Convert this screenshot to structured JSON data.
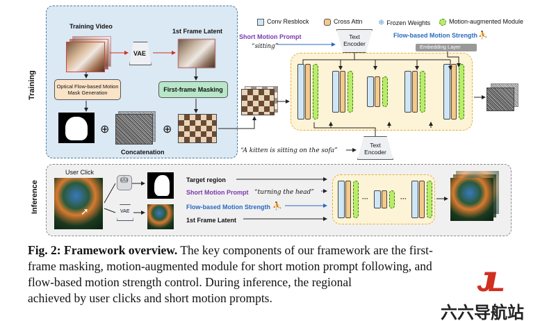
{
  "side_labels": {
    "training": "Training",
    "inference": "Inference"
  },
  "legend": [
    {
      "label": "Conv Resblock",
      "color": "#cfe6f6"
    },
    {
      "label": "Cross Attn",
      "color": "#f5c98a"
    },
    {
      "label": "Frozen Weights",
      "icon": "snowflake-icon"
    },
    {
      "label": "Motion-augmented Module",
      "color": "#b8ec6a"
    }
  ],
  "training": {
    "video_label": "Training Video",
    "latent_label": "1st Frame Latent",
    "vae_label": "VAE",
    "optical_flow_box": "Optical Flow-based Motion Mask Generation",
    "masking_box": "First-frame Masking",
    "concat_label": "Concatenation",
    "plus": "⊕",
    "short_prompt_label": "Short Motion Prompt",
    "short_prompt_value": "“sitting”",
    "text_encoder": "Text Encoder",
    "flow_strength_label": "Flow-based Motion Strength",
    "embedding_layer": "Embedding Layer",
    "long_prompt": "“A kitten is sitting on the sofa”",
    "text_encoder_bottom": "Text Encoder"
  },
  "inference": {
    "user_click": "User Click",
    "vae_label": "VAE",
    "target_region": "Target region",
    "short_prompt_label": "Short Motion Prompt",
    "short_prompt_value": "“turning the head”",
    "flow_strength_label": "Flow-based Motion Strength",
    "first_frame_latent": "1st Frame Latent",
    "dots": "···"
  },
  "colors": {
    "purple": "#7a3ab0",
    "blue": "#2a6ac0",
    "arrow_red": "#d03020"
  },
  "caption": {
    "fig_label": "Fig. 2: Framework overview.",
    "line1": " The key components of our framework are the first-",
    "line2": "frame masking, motion-augmented module for short motion prompt following, and",
    "line3": "flow-based motion strength control. During inference, the regional",
    "line4": "achieved by user clicks and short motion prompts."
  },
  "watermark": {
    "logo": "JL",
    "text": "六六导航站"
  }
}
